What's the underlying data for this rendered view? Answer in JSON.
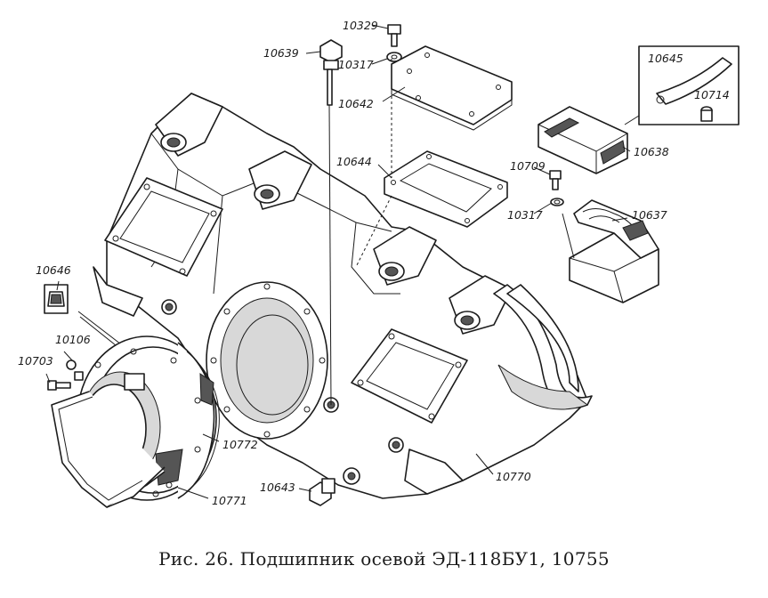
{
  "caption": "Рис. 26. Подшипник осевой ЭД-118БУ1, 10755",
  "parts": {
    "p10329": "10329",
    "p10639": "10639",
    "p10317_top": "10317",
    "p10642": "10642",
    "p10645": "10645",
    "p10714": "10714",
    "p10638": "10638",
    "p10644": "10644",
    "p10709": "10709",
    "p10317_mid": "10317",
    "p10637": "10637",
    "p10646": "10646",
    "p10106": "10106",
    "p10703": "10703",
    "p10772": "10772",
    "p10770": "10770",
    "p10643": "10643",
    "p10771": "10771"
  }
}
